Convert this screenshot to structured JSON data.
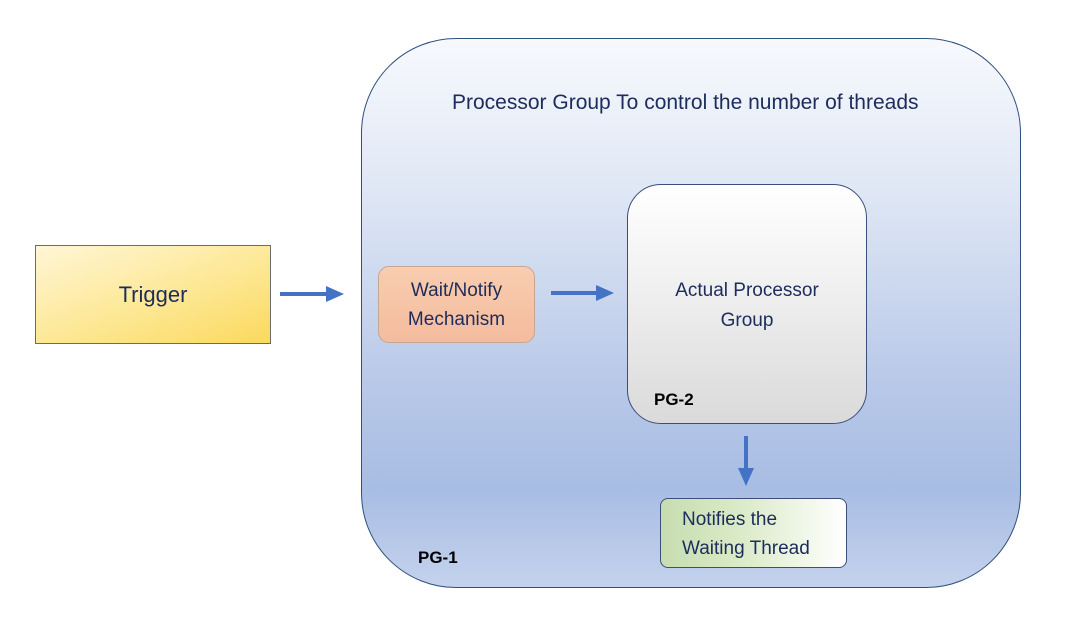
{
  "diagram": {
    "trigger": {
      "label": "Trigger"
    },
    "pg1": {
      "title": "Processor Group To control the number of threads",
      "label": "PG-1"
    },
    "wait_notify": {
      "label_line1": "Wait/Notify",
      "label_line2": "Mechanism"
    },
    "pg2": {
      "title_line1": "Actual Processor",
      "title_line2": "Group",
      "label": "PG-2"
    },
    "notifies": {
      "label_line1": "Notifies the",
      "label_line2": "Waiting Thread"
    },
    "colors": {
      "arrow": "#4472c4",
      "text": "#1c2c5c",
      "trigger_fill": "#fde99a",
      "wait_notify_fill": "#f8c6a8",
      "notifies_fill": "#c6ddb0",
      "pg1_fill": "#b9c9e8"
    }
  }
}
